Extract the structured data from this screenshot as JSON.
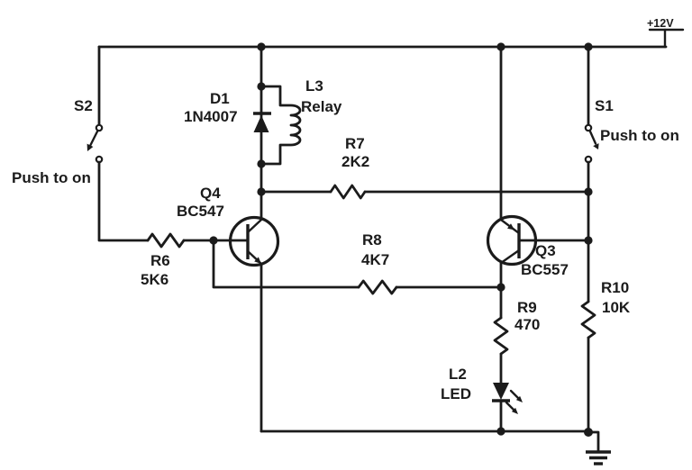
{
  "canvas": {
    "ink": "#1b1b1b",
    "background": "#ffffff"
  },
  "supply": {
    "label": "+12V"
  },
  "switches": {
    "s2": {
      "ref": "S2",
      "action": "Push to on"
    },
    "s1": {
      "ref": "S1",
      "action": "Push to on"
    }
  },
  "semiconductors": {
    "d1": {
      "ref": "D1",
      "part": "1N4007"
    },
    "q4": {
      "ref": "Q4",
      "part": "BC547"
    },
    "q3": {
      "ref": "Q3",
      "part": "BC557"
    },
    "l2": {
      "ref": "L2",
      "part": "LED"
    }
  },
  "resistors": {
    "r6": {
      "ref": "R6",
      "value": "5K6"
    },
    "r7": {
      "ref": "R7",
      "value": "2K2"
    },
    "r8": {
      "ref": "R8",
      "value": "4K7"
    },
    "r9": {
      "ref": "R9",
      "value": "470"
    },
    "r10": {
      "ref": "R10",
      "value": "10K"
    }
  },
  "inductors": {
    "l3": {
      "ref": "L3",
      "value": "Relay"
    }
  }
}
